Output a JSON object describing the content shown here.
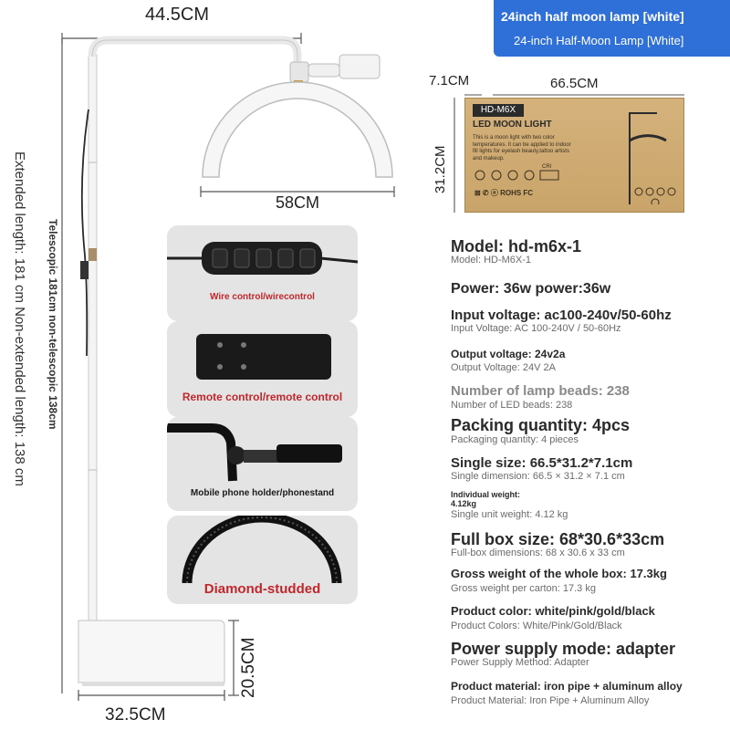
{
  "banner": {
    "title": "24inch half moon lamp [white]",
    "subtitle": "24-inch Half-Moon Lamp [White]"
  },
  "dimensions": {
    "top_width": "44.5CM",
    "arc_width": "58CM",
    "box_depth": "7.1CM",
    "box_width": "66.5CM",
    "box_height": "31.2CM",
    "base_height": "20.5CM",
    "base_width": "32.5CM"
  },
  "side_text": {
    "telescopic": "Telescopic 181cm non-telescopic 138cm",
    "extended": "Extended length: 181 cm Non-extended length: 138 cm"
  },
  "box_print": {
    "model": "HD-M6X",
    "name": "LED MOON LIGHT",
    "description": "This is a moon light with two color temperatures. It can be applied to indoor fill lights for eyelash beauty,tattoo artists and makeup.",
    "cri": "CRI"
  },
  "panels": [
    {
      "caption": "Wire control/wirecontrol"
    },
    {
      "caption": "Remote control/remote control"
    },
    {
      "caption": "Mobile phone holder/phonestand"
    },
    {
      "caption": "Diamond-studded"
    }
  ],
  "specs": [
    {
      "main": "Model: hd-m6x-1",
      "sub": "Model: HD-M6X-1"
    },
    {
      "main": "Power: 36w power:36w",
      "sub": ""
    },
    {
      "main": "Input voltage: ac100-240v/50-60hz",
      "sub": "Input Voltage: AC 100-240V / 50-60Hz"
    },
    {
      "main": "Output voltage: 24v2a",
      "sub": "Output Voltage: 24V 2A"
    },
    {
      "main": "Number of lamp beads: 238",
      "sub": "Number of LED beads: 238"
    },
    {
      "main": "Packing quantity: 4pcs",
      "sub": "Packaging quantity: 4 pieces"
    },
    {
      "main": "Single size: 66.5*31.2*7.1cm",
      "sub": "Single dimension: 66.5 × 31.2 × 7.1 cm"
    },
    {
      "main": "Individual weight:",
      "main2": "4.12kg",
      "sub": "Single unit weight: 4.12 kg"
    },
    {
      "main": "Full box size: 68*30.6*33cm",
      "sub": "Full-box dimensions: 68 x 30.6 x 33 cm"
    },
    {
      "main": "Gross weight of the whole box: 17.3kg",
      "sub": "Gross weight per carton: 17.3 kg"
    },
    {
      "main": "Product color: white/pink/gold/black",
      "sub": "Product Colors: White/Pink/Gold/Black"
    },
    {
      "main": "Power supply mode: adapter",
      "sub": "Power Supply Method: Adapter"
    },
    {
      "main": "Product material: iron pipe + aluminum alloy",
      "sub": "Product Material: Iron Pipe + Aluminum Alloy"
    }
  ],
  "colors": {
    "banner": "#2f6fd8",
    "caption_red": "#c0272d",
    "panel_bg": "#e4e4e4"
  }
}
